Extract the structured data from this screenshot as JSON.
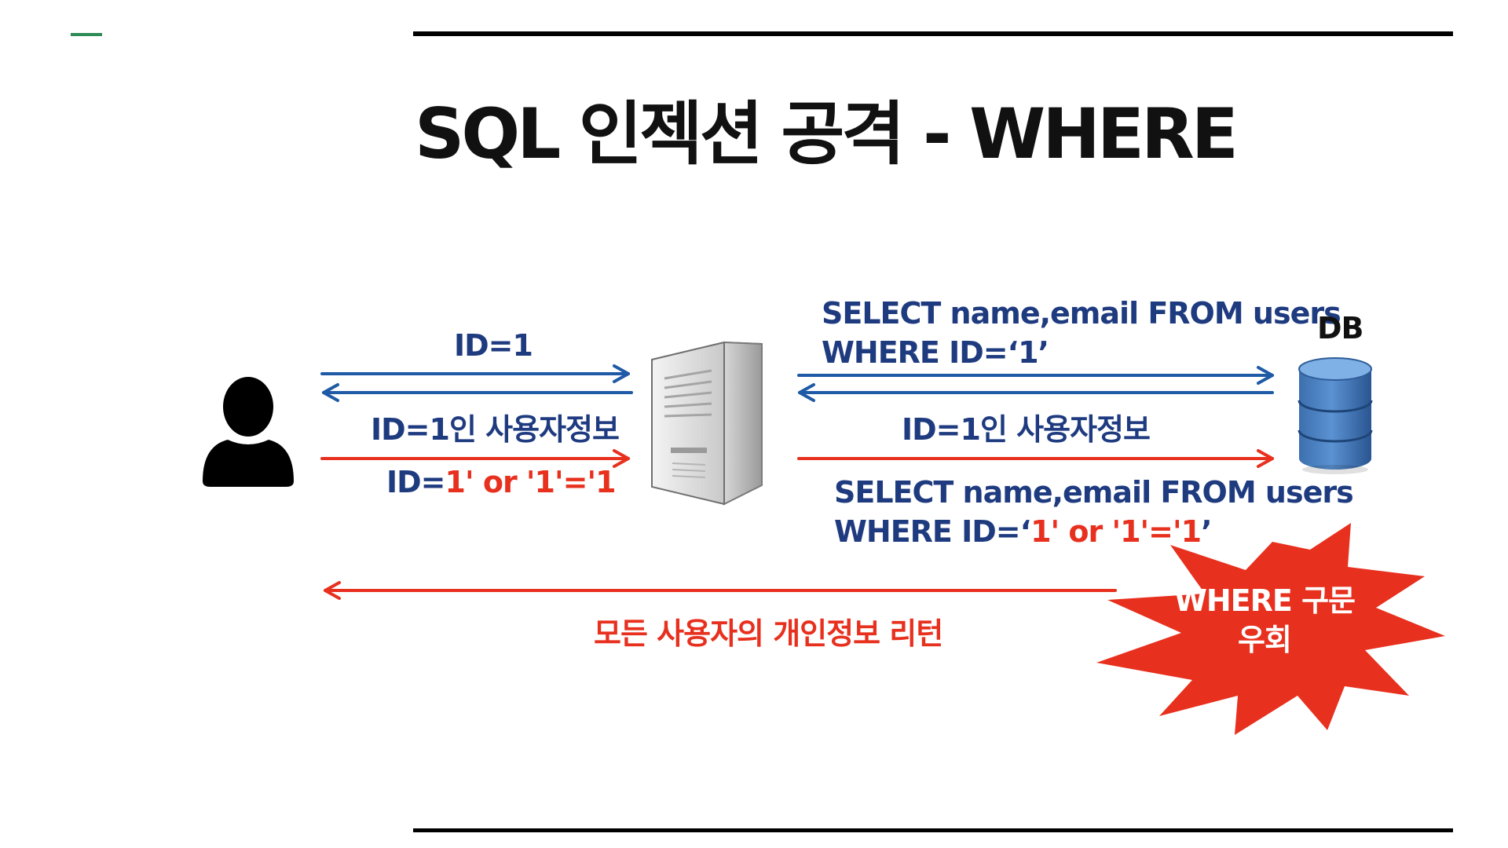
{
  "colors": {
    "blue": "#1f5aa6",
    "red": "#e8301e",
    "label_blue": "#1f3b80",
    "accent_green": "#2e8b57"
  },
  "slide": {
    "title": "SQL 인젝션 공격  -  WHERE"
  },
  "diagram": {
    "db_label": "DB",
    "normal_request": "ID=1",
    "normal_response": "ID=1인 사용자정보",
    "attack_request": {
      "prefix": "ID=",
      "payload": "1' or '1'='1"
    },
    "normal_query": {
      "line1": "SELECT name,email FROM users",
      "line2": "WHERE ID=‘1’"
    },
    "db_response": "ID=1인 사용자정보",
    "attack_query": {
      "line1": "SELECT name,email FROM users",
      "line2_prefix": "WHERE ID=",
      "line2_open": "‘",
      "line2_payload": "1' or '1'='1",
      "line2_close": "’"
    },
    "leak_result": "모든 사용자의 개인정보 리턴",
    "burst": {
      "line1": "WHERE 구문",
      "line2": "우회"
    }
  },
  "icons": {
    "user": "user-icon",
    "server": "server-icon",
    "database": "database-icon"
  }
}
